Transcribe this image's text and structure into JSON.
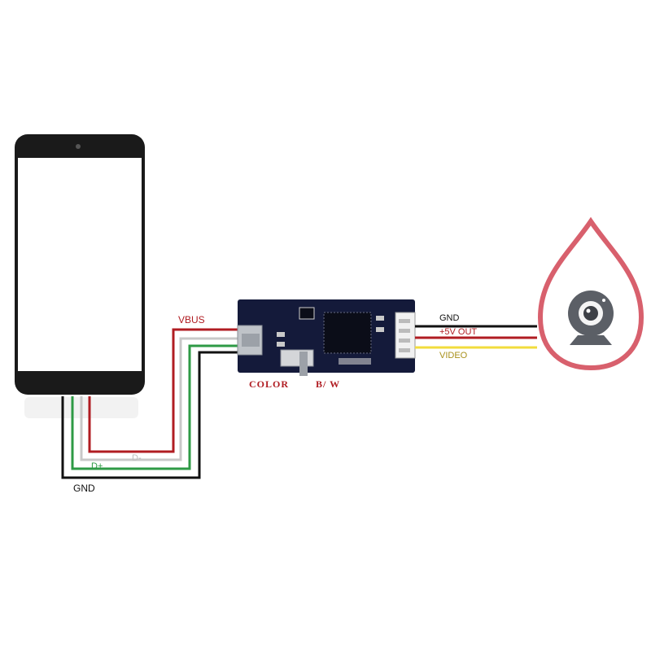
{
  "labels": {
    "vbus": "VBUS",
    "d_minus": "D-",
    "d_plus": "D+",
    "gnd_left": "GND",
    "gnd_right": "GND",
    "plus5v_out": "+5V OUT",
    "video": "VIDEO",
    "switch_color": "COLOR",
    "switch_bw": "B/ W"
  },
  "colors": {
    "vbus_wire": "#b01c22",
    "d_minus_wire": "#c8c8c8",
    "d_plus_wire": "#2e9a45",
    "gnd_wire": "#111111",
    "video_wire": "#f2dc3c",
    "drop_outline": "#d8606d",
    "pcb": "#141a3a"
  },
  "icons": {
    "phone": "smartphone-icon",
    "camera": "webcam-icon",
    "drop": "drop-shape-icon"
  }
}
